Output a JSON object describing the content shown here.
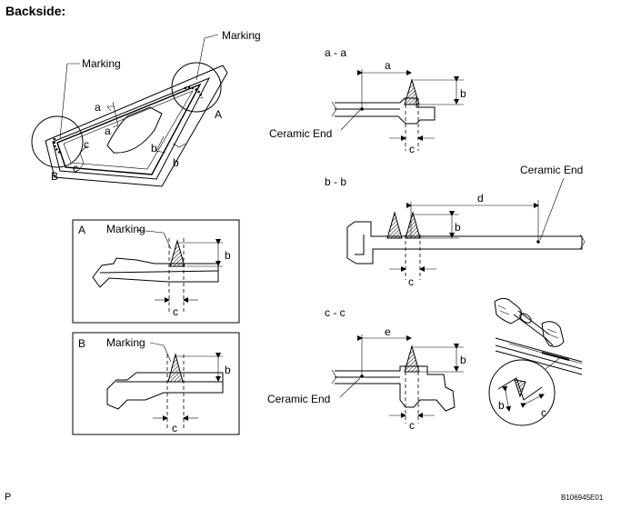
{
  "header": {
    "title": "Backside:"
  },
  "footer": {
    "page_letter": "P",
    "figure_code": "B106945E01"
  },
  "overview": {
    "marking_top": "Marking",
    "marking_left": "Marking",
    "label_A": "A",
    "label_B": "B",
    "arrows": [
      "a",
      "a",
      "b",
      "b",
      "c",
      "c"
    ]
  },
  "detail_A": {
    "title": "A",
    "marking": "Marking",
    "b": "b",
    "c": "c"
  },
  "detail_B": {
    "title": "B",
    "marking": "Marking",
    "b": "b",
    "c": "c"
  },
  "section_aa": {
    "title": "a - a",
    "a": "a",
    "b": "b",
    "c": "c",
    "ceramic_end": "Ceramic End"
  },
  "section_bb": {
    "title": "b - b",
    "d": "d",
    "b": "b",
    "c": "c",
    "ceramic_end": "Ceramic End"
  },
  "section_cc": {
    "title": "c - c",
    "e": "e",
    "b": "b",
    "c": "c",
    "ceramic_end": "Ceramic End"
  },
  "applicator": {
    "b": "b",
    "c": "c"
  }
}
